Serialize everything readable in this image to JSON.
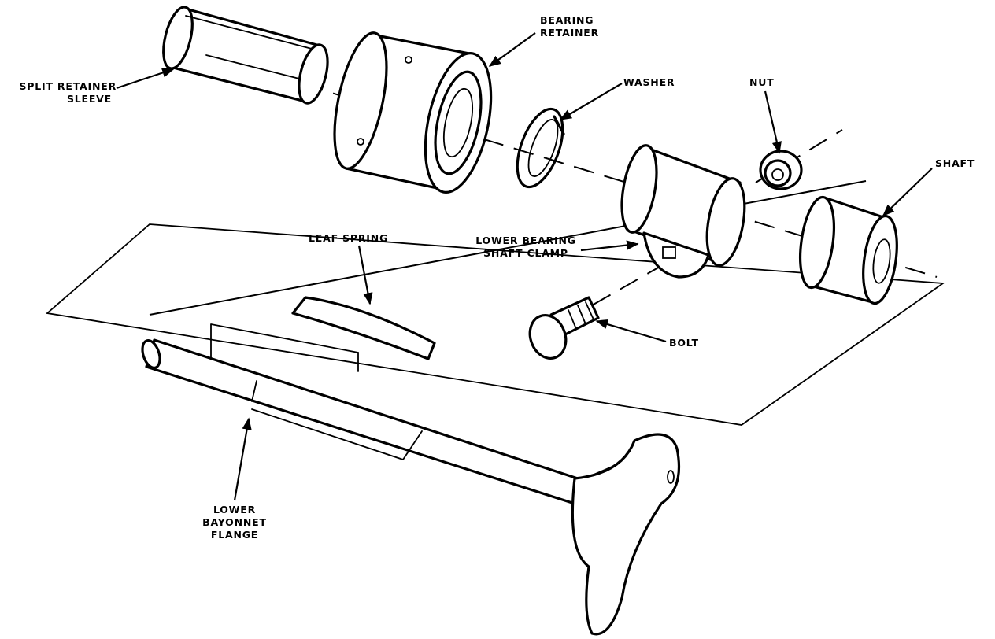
{
  "labels": {
    "split_retainer_sleeve": [
      "SPLIT RETAINER",
      "SLEEVE"
    ],
    "bearing_retainer": [
      "BEARING",
      "RETAINER"
    ],
    "washer": "WASHER",
    "nut": "NUT",
    "shaft": "SHAFT",
    "lower_bearing_shaft_clamp": [
      "LOWER BEARING",
      "SHAFT CLAMP"
    ],
    "leaf_spring": "LEAF SPRING",
    "bolt": "BOLT",
    "lower_bayonnet_flange": [
      "LOWER",
      "BAYONNET",
      "FLANGE"
    ]
  },
  "colors": {
    "ink": "#000000",
    "paper": "#ffffff"
  }
}
